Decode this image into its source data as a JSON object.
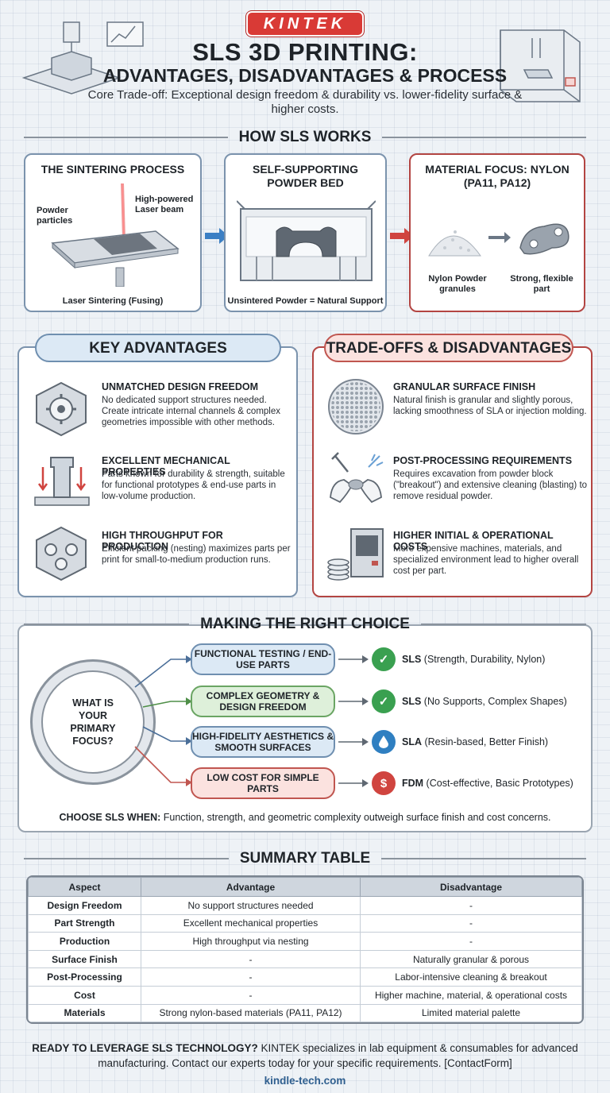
{
  "header": {
    "brand": "KINTEK",
    "title_line1": "SLS 3D PRINTING:",
    "title_line2": "ADVANTAGES, DISADVANTAGES & PROCESS",
    "subtitle": "Core Trade-off: Exceptional design freedom & durability vs. lower-fidelity surface & higher costs."
  },
  "how_it_works": {
    "heading": "HOW SLS WORKS",
    "cards": [
      {
        "title": "THE SINTERING PROCESS",
        "label_a": "Powder particles",
        "label_b": "High-powered Laser beam",
        "caption": "Laser Sintering (Fusing)"
      },
      {
        "title": "SELF-SUPPORTING POWDER BED",
        "caption": "Unsintered Powder = Natural Support"
      },
      {
        "title": "MATERIAL FOCUS: NYLON (PA11, PA12)",
        "label_a": "Nylon Powder granules",
        "label_b": "Strong, flexible part"
      }
    ]
  },
  "advantages": {
    "heading": "KEY ADVANTAGES",
    "items": [
      {
        "title": "UNMATCHED DESIGN FREEDOM",
        "desc": "No dedicated support structures needed. Create intricate internal channels & complex geometries impossible with other methods.",
        "icon": "gear-cube-icon"
      },
      {
        "title": "EXCELLENT MECHANICAL PROPERTIES",
        "desc": "Parts known for durability & strength, suitable for functional prototypes & end-use parts in low-volume production.",
        "icon": "tower-part-icon"
      },
      {
        "title": "HIGH THROUGHPUT FOR PRODUCTION",
        "desc": "Efficient packing (nesting) maximizes parts per print for small-to-medium production runs.",
        "icon": "nested-parts-icon"
      }
    ]
  },
  "disadvantages": {
    "heading": "TRADE-OFFS & DISADVANTAGES",
    "items": [
      {
        "title": "GRANULAR SURFACE FINISH",
        "desc": "Natural finish is granular and slightly porous, lacking smoothness of SLA or injection molding.",
        "icon": "granular-surface-icon"
      },
      {
        "title": "POST-PROCESSING REQUIREMENTS",
        "desc": "Requires excavation from powder block (\"breakout\") and extensive cleaning (blasting) to remove residual powder.",
        "icon": "cleaning-hands-icon"
      },
      {
        "title": "HIGHER INITIAL & OPERATIONAL COSTS",
        "desc": "More expensive machines, materials, and specialized environment lead to higher overall cost per part.",
        "icon": "machine-coins-icon"
      }
    ]
  },
  "choice": {
    "heading": "MAKING THE RIGHT CHOICE",
    "hub": "WHAT IS YOUR PRIMARY FOCUS?",
    "options": [
      {
        "label": "FUNCTIONAL TESTING / END-USE PARTS",
        "result_bold": "SLS",
        "result_rest": " (Strength, Durability, Nylon)",
        "icon": "check-icon"
      },
      {
        "label": "COMPLEX GEOMETRY & DESIGN FREEDOM",
        "result_bold": "SLS",
        "result_rest": " (No Supports, Complex Shapes)",
        "icon": "check-icon"
      },
      {
        "label": "HIGH-FIDELITY AESTHETICS & SMOOTH SURFACES",
        "result_bold": "SLA",
        "result_rest": " (Resin-based, Better Finish)",
        "icon": "droplet-icon"
      },
      {
        "label": "LOW COST FOR SIMPLE PARTS",
        "result_bold": "FDM",
        "result_rest": " (Cost-effective, Basic Prototypes)",
        "icon": "dollar-icon"
      }
    ],
    "conclusion_bold": "CHOOSE SLS WHEN:",
    "conclusion_rest": " Function, strength, and geometric complexity outweigh surface finish and cost concerns."
  },
  "summary": {
    "heading": "SUMMARY TABLE",
    "columns": [
      "Aspect",
      "Advantage",
      "Disadvantage"
    ],
    "rows": [
      [
        "Design Freedom",
        "No support structures needed",
        "-"
      ],
      [
        "Part Strength",
        "Excellent mechanical properties",
        "-"
      ],
      [
        "Production",
        "High throughput via nesting",
        "-"
      ],
      [
        "Surface Finish",
        "-",
        "Naturally granular & porous"
      ],
      [
        "Post-Processing",
        "-",
        "Labor-intensive cleaning & breakout"
      ],
      [
        "Cost",
        "-",
        "Higher machine, material, & operational costs"
      ],
      [
        "Materials",
        "Strong nylon-based materials (PA11, PA12)",
        "Limited material palette"
      ]
    ]
  },
  "footer": {
    "cta_bold": "READY TO LEVERAGE SLS TECHNOLOGY?",
    "cta_rest": " KINTEK specializes in lab equipment & consumables for advanced manufacturing. Contact our experts today for your specific requirements. [ContactForm]",
    "website": "kindle-tech.com"
  },
  "colors": {
    "brand_red": "#d93a36",
    "advantage_blue": "#dce9f5",
    "disadvantage_red": "#fbe2df",
    "check_green": "#3aa050",
    "droplet_blue": "#2f7fc1"
  }
}
